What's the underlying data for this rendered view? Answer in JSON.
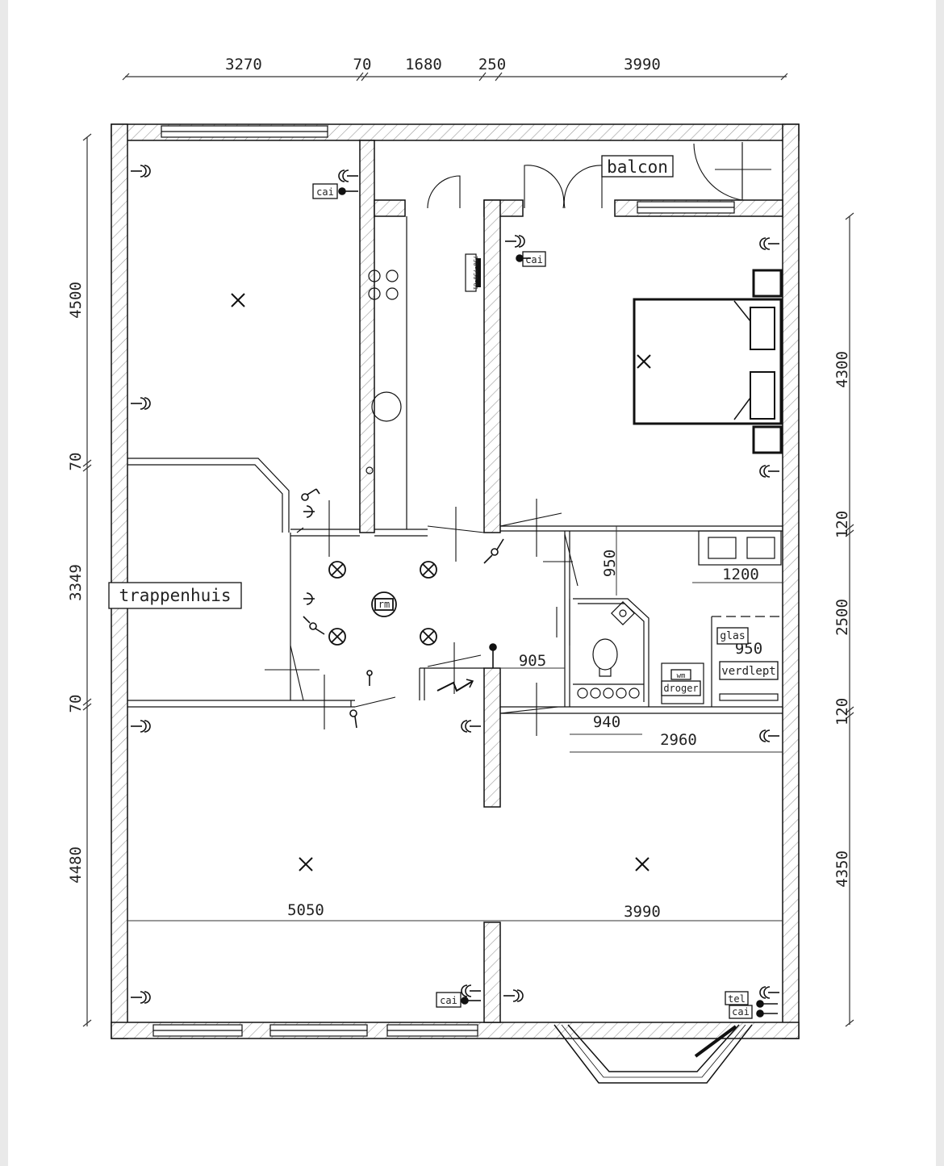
{
  "dimensions": {
    "top": [
      "3270",
      "70",
      "1680",
      "250",
      "3990"
    ],
    "left": [
      "4500",
      "70",
      "3349",
      "70",
      "4480"
    ],
    "right": [
      "4300",
      "120",
      "2500",
      "120",
      "4350"
    ],
    "interior": {
      "d950_vertical": "950",
      "d1200": "1200",
      "d905": "905",
      "d950_horizontal": "950",
      "d940": "940",
      "d2960": "2960",
      "d5050": "5050",
      "d3990": "3990"
    }
  },
  "labels": {
    "balcon": "balcon",
    "trappenhuis": "trappenhuis",
    "glas": "glas",
    "verdlept": "verdlept",
    "wm": "wm",
    "droger": "droger",
    "rm": "rm",
    "tel": "tel",
    "cai_1": "cai",
    "cai_2": "cai",
    "cai_3": "cai",
    "cai_4": "cai",
    "meter": "750-750-61"
  },
  "symbols": {
    "socket": "double-socket-icon",
    "ceiling_point": "ceiling-point-icon",
    "lamp": "lamp-icon",
    "switch": "switch-icon",
    "cable_outlet": "cable-outlet-icon"
  }
}
